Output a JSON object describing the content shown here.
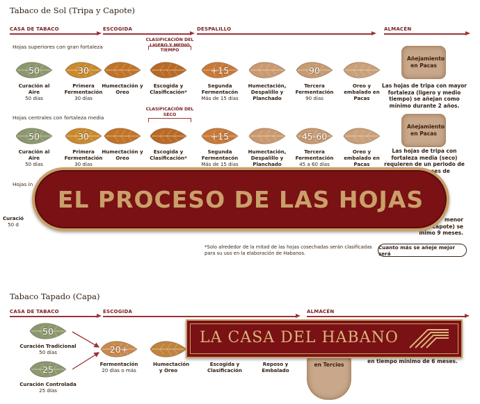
{
  "section1": {
    "title": "Tabaco de Sol (Tripa y Capote)",
    "stages": [
      "CASA DE TABACO",
      "ESCOGIDA",
      "DESPALILLO",
      "ALMACÉN"
    ],
    "rows": [
      {
        "label": "Hojas superiores con gran fortaleza",
        "bracket": "CLASIFICACIÓN DEL LIGERO Y MEDIO TIEMPO",
        "steps": [
          {
            "num": "50",
            "title": "Curación al Aire",
            "detail": "50 días",
            "color": "#8a9870"
          },
          {
            "num": "30",
            "title": "Primera Fermentación",
            "detail": "30 días",
            "color": "#c98a2e"
          },
          {
            "num": "",
            "title": "Humectación y Oreo",
            "detail": "",
            "color": "#c0742a"
          },
          {
            "num": "",
            "title": "Escogida y Clasificación*",
            "detail": "",
            "color": "#b86a26"
          },
          {
            "num": "+15",
            "title": "Segunda Fermentacón",
            "detail": "Más de 15 días",
            "color": "#c87a3a"
          },
          {
            "num": "",
            "title": "Humectación, Despalillo y Planchado",
            "detail": "",
            "color": "#c99a70"
          },
          {
            "num": "90",
            "title": "Tercera Fermentación",
            "detail": "90 días",
            "color": "#c79a72"
          },
          {
            "num": "",
            "title": "Oreo y embalado en Pacas",
            "detail": "",
            "color": "#c9a07a"
          }
        ],
        "box": "Añejamiento en Pacas",
        "note": "Las hojas de tripa con mayor fortaleza (ligero y medio tiempo) se añejan como mínimo durante 2 años."
      },
      {
        "label": "Hojas centrales con fortaleza media",
        "bracket": "CLASIFICACIÓN DEL SECO",
        "steps": [
          {
            "num": "50",
            "title": "Curación al Aire",
            "detail": "50 días",
            "color": "#8a9870"
          },
          {
            "num": "30",
            "title": "Primera Fermentación",
            "detail": "30 días",
            "color": "#c98a2e"
          },
          {
            "num": "",
            "title": "Humectación y Oreo",
            "detail": "",
            "color": "#c0742a"
          },
          {
            "num": "",
            "title": "Escogida y Clasificación*",
            "detail": "",
            "color": "#b86a26"
          },
          {
            "num": "+15",
            "title": "Segunda Fermentacón",
            "detail": "Más de 15 días",
            "color": "#c87a3a"
          },
          {
            "num": "",
            "title": "Humectación, Despalillo y Planchado",
            "detail": "",
            "color": "#c99a70"
          },
          {
            "num": "45-60",
            "title": "Tercera Fermentación",
            "detail": "45 a 60 días",
            "color": "#c79a72"
          },
          {
            "num": "",
            "title": "Oreo y embalado en Pacas",
            "detail": "",
            "color": "#c9a07a"
          }
        ],
        "box": "Añejamiento en Pacas",
        "note": "Las hojas de tripa con fortaleza media (seco) requieren de un periodo de 12 a 18 meses de"
      },
      {
        "label": "Hojas in",
        "first_caption": "Curació",
        "first_detail": "50 d",
        "note_lines": [
          "menor",
          "capote) se",
          "ínimo 9 meses."
        ]
      }
    ],
    "footnote": "*Solo alrededor de la mitad de las hojas cosechadas serán clasificadas para su uso en la elaboración de Habanos.",
    "pill": "Cuanto más se añeje mejor será"
  },
  "banner": "EL PROCESO DE LAS HOJAS",
  "section2": {
    "title": "Tabaco Tapado (Capa)",
    "stages": [
      "CASA DE TABACO",
      "ESCOGIDA",
      "ALMACÉN"
    ],
    "cure1": {
      "num": "50",
      "title": "Curación Tradicional",
      "detail": "50 días"
    },
    "cure2": {
      "num": "25",
      "title": "Curación Controlada",
      "detail": "25 días"
    },
    "ferment": {
      "num": "20+",
      "title": "Fermentación",
      "detail": "20 días o más"
    },
    "steps": [
      {
        "title": "Humectación y Oreo"
      },
      {
        "title": "Escogida y Clasificación"
      },
      {
        "title": "Reposo y Embalado"
      }
    ],
    "box": "en Tercios",
    "note": "en tiempo mínimo de 6 meses."
  },
  "logo": "LA CASA DEL HABANO",
  "colors": {
    "accent": "#7a1114",
    "gold": "#caa06a",
    "arrow": "#9a3236"
  }
}
